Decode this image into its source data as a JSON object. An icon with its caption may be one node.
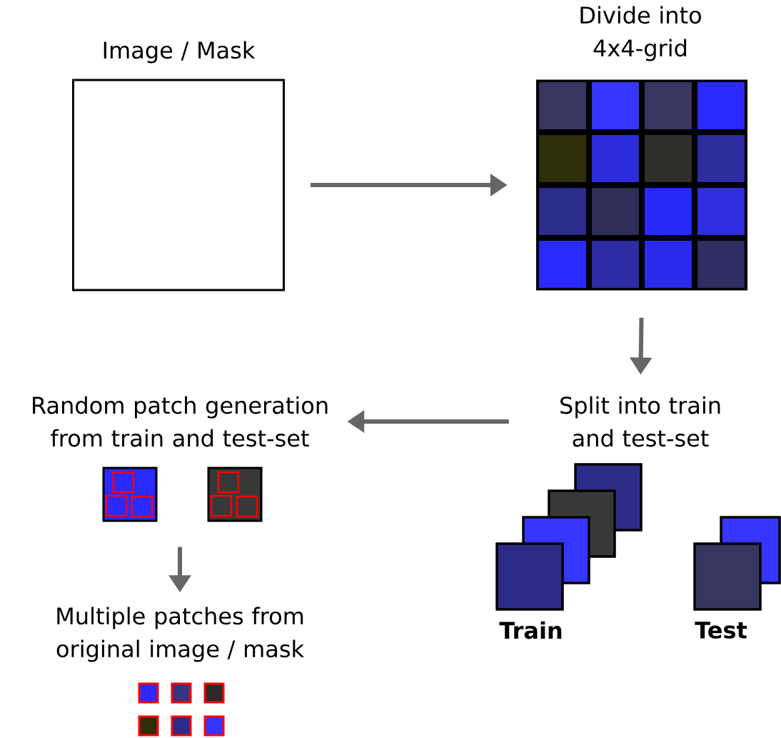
{
  "diagram": {
    "nodes": [
      {
        "text": [
          "Image / Mask"
        ]
      },
      {
        "text": [
          "Divide into 4x4-grid"
        ]
      },
      {
        "text": [
          "Split into train and test-set"
        ]
      },
      {
        "text": [
          "Train"
        ]
      },
      {
        "text": [
          "Test"
        ]
      },
      {
        "text": [
          "Random patch generation from train and test-set"
        ]
      },
      {
        "text": [
          "Multiple patches from original image / mask"
        ]
      }
    ],
    "edges": [
      {
        "from": 0,
        "to": 1,
        "arrow": "to"
      },
      {
        "from": 1,
        "to": 2,
        "arrow": "to"
      },
      {
        "from": 2,
        "to": 5,
        "arrow": "to"
      },
      {
        "from": 5,
        "to": 6,
        "arrow": "to"
      }
    ]
  }
}
